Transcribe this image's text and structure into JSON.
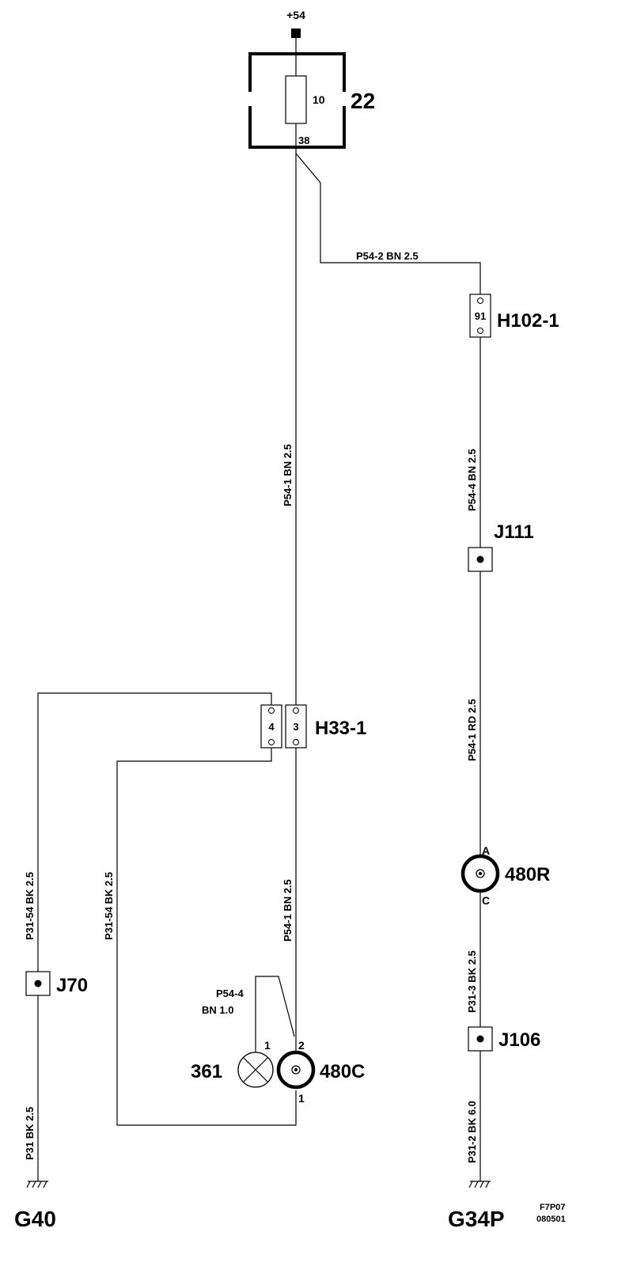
{
  "supply": {
    "label": "+54"
  },
  "fuse_box": {
    "id": "22",
    "fuse_value": "10",
    "pin": "38"
  },
  "connectors": {
    "h102": {
      "id": "H102-1",
      "pin": "91"
    },
    "h33": {
      "id": "H33-1",
      "pin_left": "4",
      "pin_right": "3"
    }
  },
  "splices": {
    "j111": "J111",
    "j70": "J70",
    "j106": "J106"
  },
  "components": {
    "r480": {
      "id": "480R",
      "pin_top": "A",
      "pin_bottom": "C"
    },
    "c480": {
      "id": "480C",
      "pin_top": "2",
      "pin_bottom": "1"
    },
    "lamp361": {
      "id": "361",
      "pin": "1"
    }
  },
  "grounds": {
    "left": "G40",
    "right": "G34P"
  },
  "wires": {
    "p54_2": "P54-2  BN   2.5",
    "p54_1_upper": "P54-1 BN  2.5",
    "p54_4_right": "P54-4  BN  2.5",
    "p54_1_rd": "P54-1  RD   2.5",
    "p31_54_outer": "P31-54  BK  2.5",
    "p31_54_inner": "P31-54  BK  2.5",
    "p54_1_lower": "P54-1  BN 2.5",
    "p54_4_small_line1": "P54-4",
    "p54_4_small_line2": "BN   1.0",
    "p31_3": "P31-3  BK  2.5",
    "p31": "P31  BK  2.5",
    "p31_2": "P31-2  BK  6.0"
  },
  "footer": {
    "code_line1": "F7P07",
    "code_line2": "080501"
  }
}
